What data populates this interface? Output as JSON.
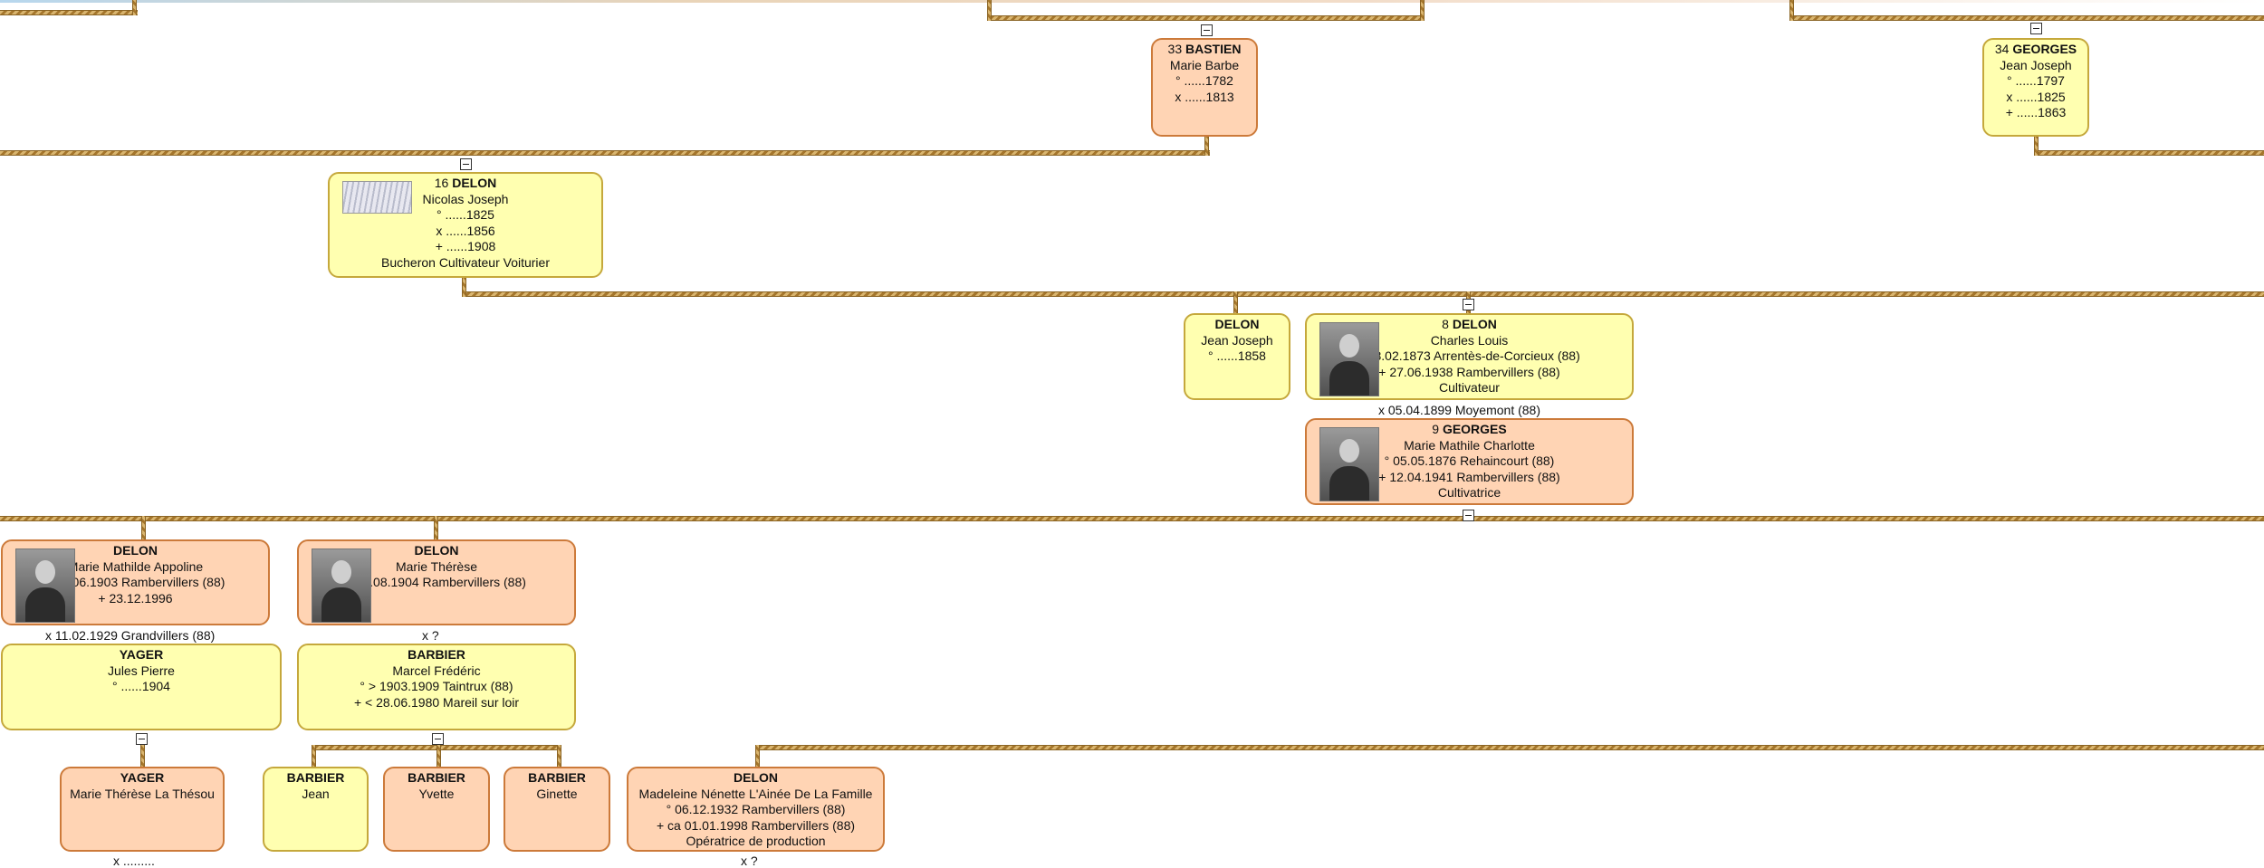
{
  "colors": {
    "male_bg": "#ffffb0",
    "female_bg": "#ffd4b4",
    "rope": "#a5762c"
  },
  "persons": {
    "p33": {
      "line1": "33",
      "surname": "BASTIEN",
      "lines": [
        "Marie Barbe",
        "° ......1782",
        "x ......1813"
      ]
    },
    "p34": {
      "line1": "34",
      "surname": "GEORGES",
      "lines": [
        "Jean Joseph",
        "° ......1797",
        "x ......1825",
        "+ ......1863"
      ]
    },
    "p16": {
      "line1": "16",
      "surname": "DELON",
      "lines": [
        "Nicolas Joseph",
        "° ......1825",
        "x ......1856",
        "+ ......1908",
        "Bucheron Cultivateur Voiturier"
      ]
    },
    "pdjj": {
      "line1": "",
      "surname": "DELON",
      "lines": [
        "Jean Joseph",
        "° ......1858"
      ]
    },
    "p8": {
      "line1": "8",
      "surname": "DELON",
      "lines": [
        "Charles Louis",
        "° 28.02.1873 Arrentès-de-Corcieux (88)",
        "+ 27.06.1938 Rambervillers (88)",
        "Cultivateur"
      ]
    },
    "p9": {
      "line1": "9",
      "surname": "GEORGES",
      "lines": [
        "Marie Mathile Charlotte",
        "° 05.05.1876 Rehaincourt (88)",
        "+ 12.04.1941 Rambervillers (88)",
        "Cultivatrice"
      ]
    },
    "pdmm": {
      "line1": "",
      "surname": "DELON",
      "lines": [
        "Marie Mathilde Appoline",
        "° 29.06.1903 Rambervillers (88)",
        "+ 23.12.1996"
      ]
    },
    "pdmt": {
      "line1": "",
      "surname": "DELON",
      "lines": [
        "Marie Thérèse",
        "° 14.08.1904 Rambervillers (88)"
      ]
    },
    "pyjp": {
      "line1": "",
      "surname": "YAGER",
      "lines": [
        "Jules Pierre",
        "° ......1904"
      ]
    },
    "pbmf": {
      "line1": "",
      "surname": "BARBIER",
      "lines": [
        "Marcel Frédéric",
        "° > 1903.1909 Taintrux (88)",
        "+ < 28.06.1980 Mareil sur loir"
      ]
    },
    "pymt": {
      "line1": "",
      "surname": "YAGER",
      "lines": [
        "Marie Thérèse La Thésou"
      ]
    },
    "pbj": {
      "line1": "",
      "surname": "BARBIER",
      "lines": [
        "Jean"
      ]
    },
    "pby": {
      "line1": "",
      "surname": "BARBIER",
      "lines": [
        "Yvette"
      ]
    },
    "pbg": {
      "line1": "",
      "surname": "BARBIER",
      "lines": [
        "Ginette"
      ]
    },
    "pdmn": {
      "line1": "",
      "surname": "DELON",
      "lines": [
        "Madeleine Nénette L'Ainée De La Famille",
        "° 06.12.1932 Rambervillers (88)",
        "+ ca 01.01.1998 Rambervillers (88)",
        "Opératrice de production"
      ]
    }
  },
  "marriages": {
    "m89": "x 05.04.1899 Moyemont (88)",
    "mmm": "x 11.02.1929 Grandvillers (88)",
    "mmt": "x ?",
    "mymt": "x .........",
    "mdmn": "x ?"
  }
}
